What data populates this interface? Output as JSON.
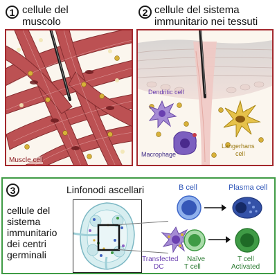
{
  "colors": {
    "panel_border_red": "#a3282d",
    "panel_border_green": "#3f9b45",
    "muscle_fiber": "#b9494b",
    "antigen_dot": "#d8b13a",
    "b_cell": "#3e67c9",
    "t_cell": "#3f9b45",
    "dendritic_cell": "#8d63c4",
    "langerhans_cell": "#e0b83a"
  },
  "icons": [
    "needle-icon",
    "antigen-dot-icon",
    "arrow-right-icon",
    "lymph-node-icon"
  ],
  "panel1": {
    "number": "1",
    "title_line1": "cellule del",
    "title_line2": "muscolo",
    "label_muscle": "Muscle cell"
  },
  "panel2": {
    "number": "2",
    "title_line1": "cellule del sistema",
    "title_line2": "immunitario nei tessuti",
    "label_dendritic": "Dendritic cell",
    "label_macrophage": "Macrophage",
    "label_langerhans_line1": "Langerhans",
    "label_langerhans_line2": "cell"
  },
  "panel3": {
    "number": "3",
    "title_line1": "cellule del",
    "title_line2": "sistema",
    "title_line3": "immunitario",
    "title_line4": "dei centri",
    "title_line5": "germinali",
    "node_title": "Linfonodi ascellari",
    "b_cell": "B cell",
    "plasma_cell": "Plasma cell",
    "transfected_line1": "Transfected",
    "transfected_line2": "DC",
    "naive_line1": "Naïve",
    "naive_line2": "T cell",
    "t_activated_line1": "T cell",
    "t_activated_line2": "Activated"
  }
}
